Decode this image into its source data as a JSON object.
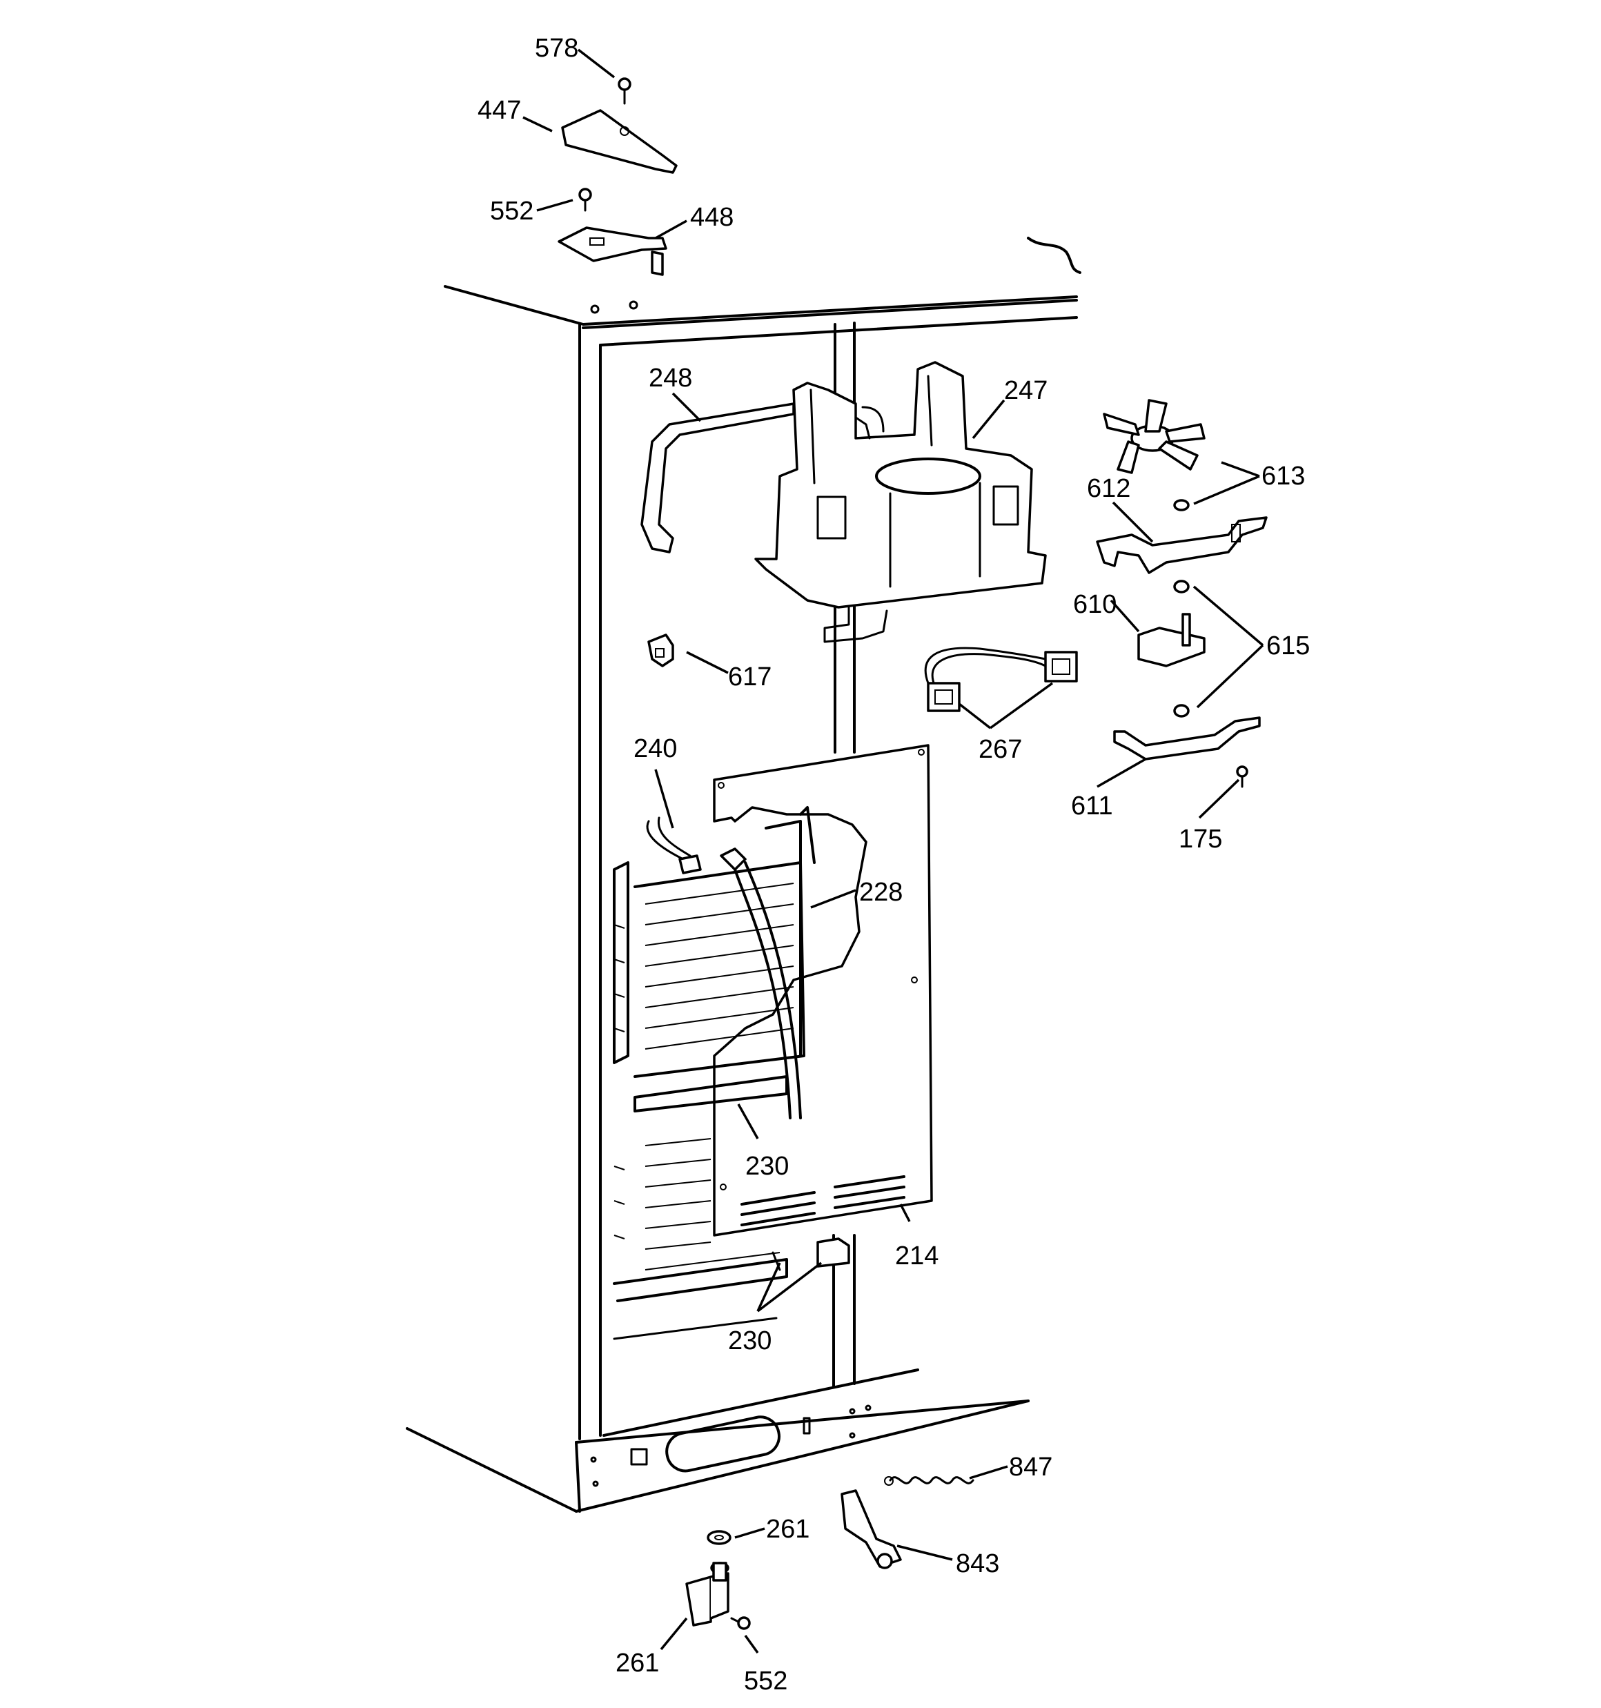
{
  "callouts": {
    "c578": "578",
    "c447": "447",
    "c552a": "552",
    "c448": "448",
    "c248": "248",
    "c247": "247",
    "c613": "613",
    "c612": "612",
    "c610": "610",
    "c615": "615",
    "c617": "617",
    "c267": "267",
    "c611": "611",
    "c175": "175",
    "c240": "240",
    "c228": "228",
    "c230a": "230",
    "c214": "214",
    "c230b": "230",
    "c847": "847",
    "c261a": "261",
    "c843": "843",
    "c261b": "261",
    "c552b": "552"
  }
}
